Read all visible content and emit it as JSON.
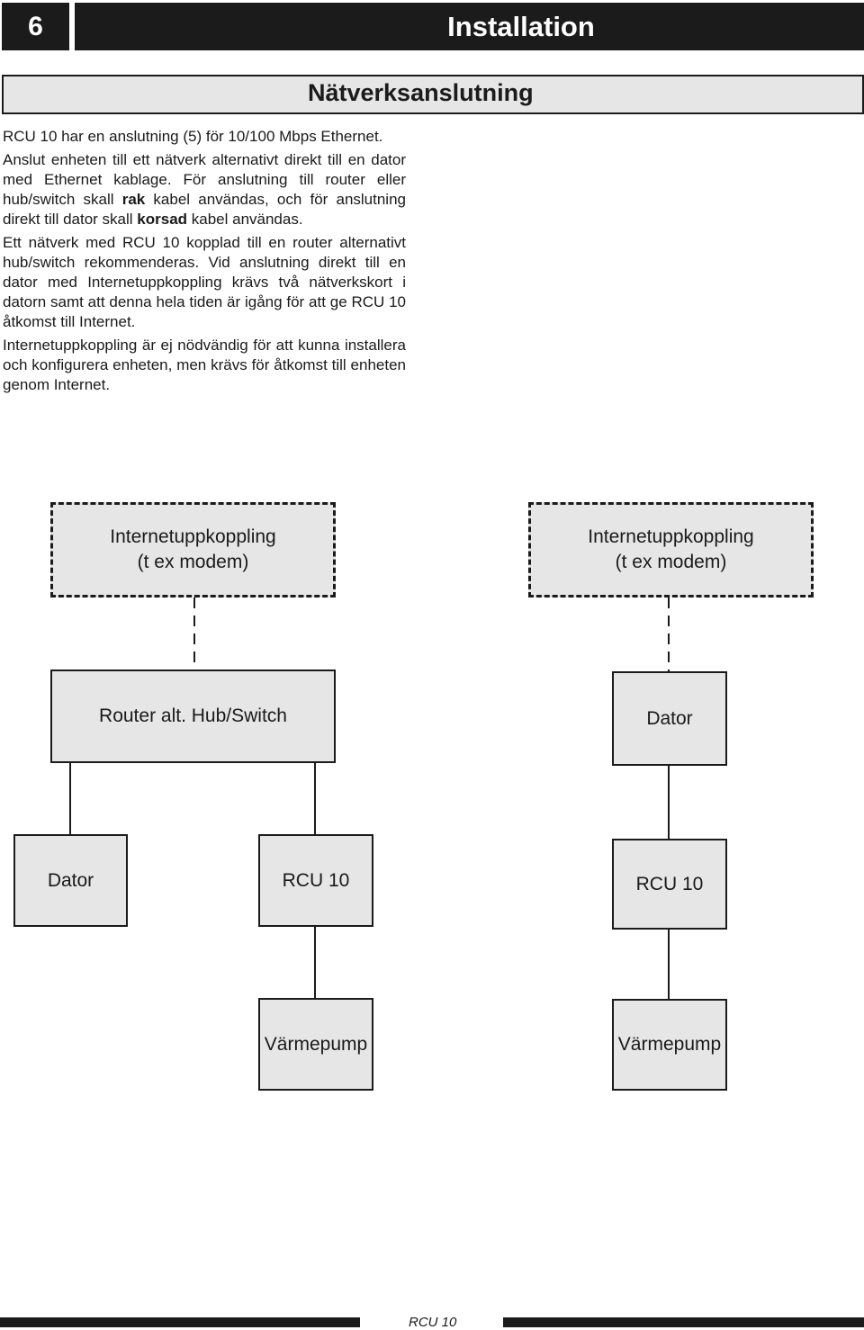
{
  "header": {
    "chapter_number": "6",
    "chapter_title": "Installation"
  },
  "section": {
    "title": "Nätverksanslutning"
  },
  "body": {
    "p1": "RCU 10 har en anslutning (5) för 10/100 Mbps Ethernet.",
    "p2_a": "Anslut enheten till ett nätverk alternativt direkt till en dator med Ethernet kablage. För anslutning till router eller hub/switch skall ",
    "p2_bold1": "rak",
    "p2_b": " kabel användas, och för anslutning direkt till dator skall ",
    "p2_bold2": "korsad",
    "p2_c": " kabel användas.",
    "p3": "Ett nätverk med RCU 10 kopplad till en router alternativt hub/switch rekommenderas. Vid anslutning direkt till en dator med Internetuppkoppling krävs två nätverkskort i datorn samt att denna hela tiden är igång för att ge RCU 10 åtkomst till Internet.",
    "p4": "Internetuppkoppling är ej nödvändig för att kunna installera och konfigurera enheten, men krävs för åtkomst till enheten genom Internet."
  },
  "diagram": {
    "left": {
      "internet_line1": "Internetuppkoppling",
      "internet_line2": "(t ex modem)",
      "router": "Router alt. Hub/Switch",
      "computer": "Dator",
      "rcu": "RCU 10",
      "heatpump": "Värmepump"
    },
    "right": {
      "internet_line1": "Internetuppkoppling",
      "internet_line2": "(t ex modem)",
      "computer": "Dator",
      "rcu": "RCU 10",
      "heatpump": "Värmepump"
    }
  },
  "footer": {
    "label": "RCU 10"
  }
}
